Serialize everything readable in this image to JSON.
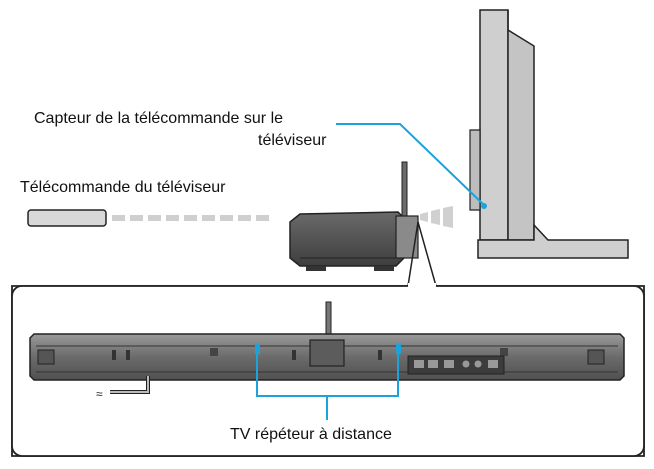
{
  "labels": {
    "tv_sensor_line1": "Capteur de la télécommande sur le",
    "tv_sensor_line2": "téléviseur",
    "tv_remote": "Télécommande du téléviseur",
    "tv_repeater": "TV répéteur à distance"
  },
  "colors": {
    "callout_line": "#1aa3dc",
    "outline": "#222222",
    "tv_fill": "#cccccc",
    "device_fill": "#555555",
    "signal_dash": "#c8c8c8"
  }
}
